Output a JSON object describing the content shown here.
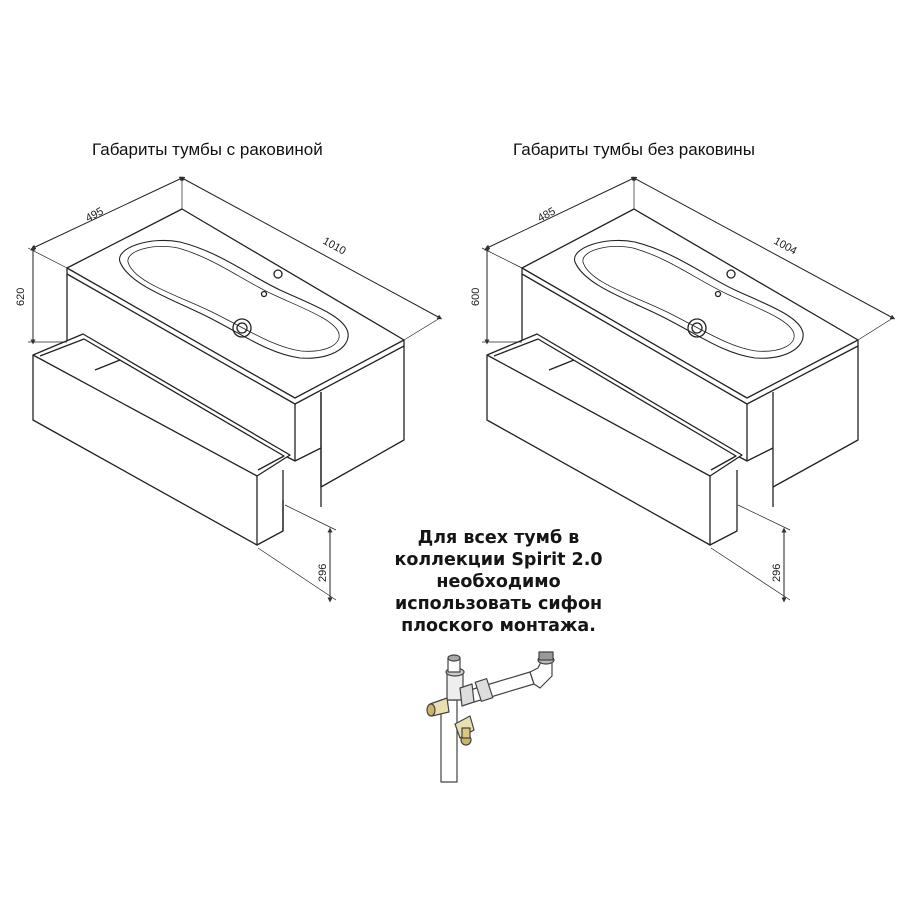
{
  "titles": {
    "with_sink": "Габариты тумбы с раковиной",
    "without_sink": "Габариты тумбы без раковины"
  },
  "cabinet_with_sink": {
    "depth": "495",
    "width": "1010",
    "height": "620",
    "drawer_height": "296"
  },
  "cabinet_without_sink": {
    "depth": "485",
    "width": "1004",
    "height": "600",
    "drawer_height": "296"
  },
  "note_lines": [
    "Для всех тумб в",
    "коллекции Spirit 2.0",
    "необходимо",
    "использовать сифон",
    "плоского монтажа."
  ]
}
